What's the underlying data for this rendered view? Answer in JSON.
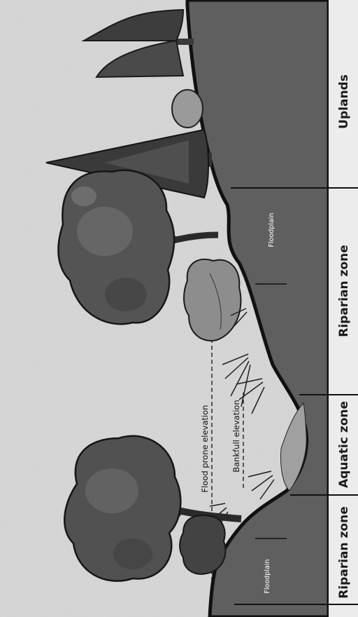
{
  "zones": {
    "uplands": "Uplands",
    "riparian_top": "Riparian zone",
    "aquatic": "Aquatic zone",
    "riparian_bottom": "Riparian zone"
  },
  "elevations": {
    "flood_prone": "Flood prone elevation",
    "bankfull": "Bankfull elevation"
  },
  "floodplain": {
    "top": "Floodplain",
    "bottom": "Floodplain"
  },
  "colors": {
    "ground": "#5e5e5e",
    "sky": "#cfcfcf",
    "water": "#9c9c9c",
    "strip": "#e9e9e9",
    "outline": "#111111"
  }
}
